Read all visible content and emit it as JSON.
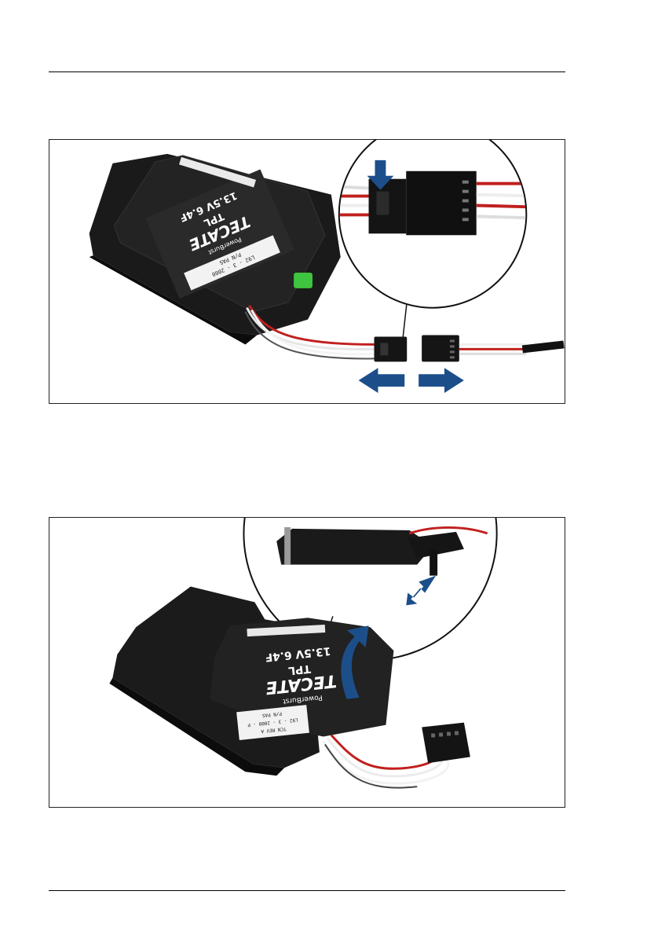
{
  "figure1": {
    "label": {
      "brand": "TECATE",
      "sub_brand": "PowerBurst",
      "model": "TPL",
      "spec": "13.5V 6.4F",
      "part_line_1": "P/N PAS",
      "part_line_2": "L92 - 3 - 2000"
    },
    "arrows": [
      "arrow-down-icon",
      "arrow-left-icon",
      "arrow-right-icon"
    ]
  },
  "figure2": {
    "label": {
      "brand": "TECATE",
      "sub_brand": "PowerBurst",
      "model": "TPL",
      "spec": "13.5V 6.4F",
      "part_line_1": "P/N PAS",
      "part_line_2": "L92 - 3 - 2000 - P",
      "part_line_3": "TCN REV A"
    },
    "arrows": [
      "arrow-curved-up-icon",
      "arrow-down-right-icon"
    ]
  },
  "colors": {
    "arrow_blue": "#1c4f8a",
    "case_black": "#1b1b1b",
    "latch_green": "#3ec43e",
    "wire_red": "#c0201e"
  }
}
